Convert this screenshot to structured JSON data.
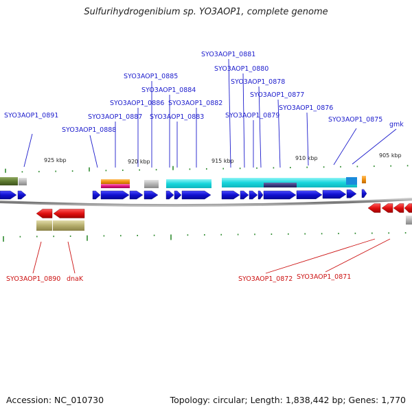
{
  "title": "Sulfurihydrogenibium sp. YO3AOP1, complete genome",
  "footer": {
    "accession": "Accession: NC_010730",
    "topology": "Topology: circular; Length: 1,838,442 bp; Genes: 1,770"
  },
  "scale_labels": [
    "925 kbp",
    "920 kbp",
    "915 kbp",
    "910 kbp",
    "905 kbp"
  ],
  "upper_labels": [
    "SYO3AOP1_0891",
    "SYO3AOP1_0888",
    "SYO3AOP1_0887",
    "SYO3AOP1_0886",
    "SYO3AOP1_0885",
    "SYO3AOP1_0884",
    "SYO3AOP1_0883",
    "SYO3AOP1_0882",
    "SYO3AOP1_0881",
    "SYO3AOP1_0880",
    "SYO3AOP1_0879",
    "SYO3AOP1_0878",
    "SYO3AOP1_0877",
    "SYO3AOP1_0876",
    "SYO3AOP1_0875",
    "gmk"
  ],
  "lower_labels": [
    "SYO3AOP1_0890",
    "dnaK",
    "SYO3AOP1_0872",
    "SYO3AOP1_0871"
  ],
  "colors": {
    "upper_label": "#1a1acc",
    "lower_label": "#cc1111",
    "cds_forward": "#1414cc",
    "cds_reverse": "#e01010",
    "feature_cyan": "#22d8dd",
    "feature_olive": "#b8b070",
    "tick": "#2e8b2e",
    "backbone": "#777777"
  }
}
